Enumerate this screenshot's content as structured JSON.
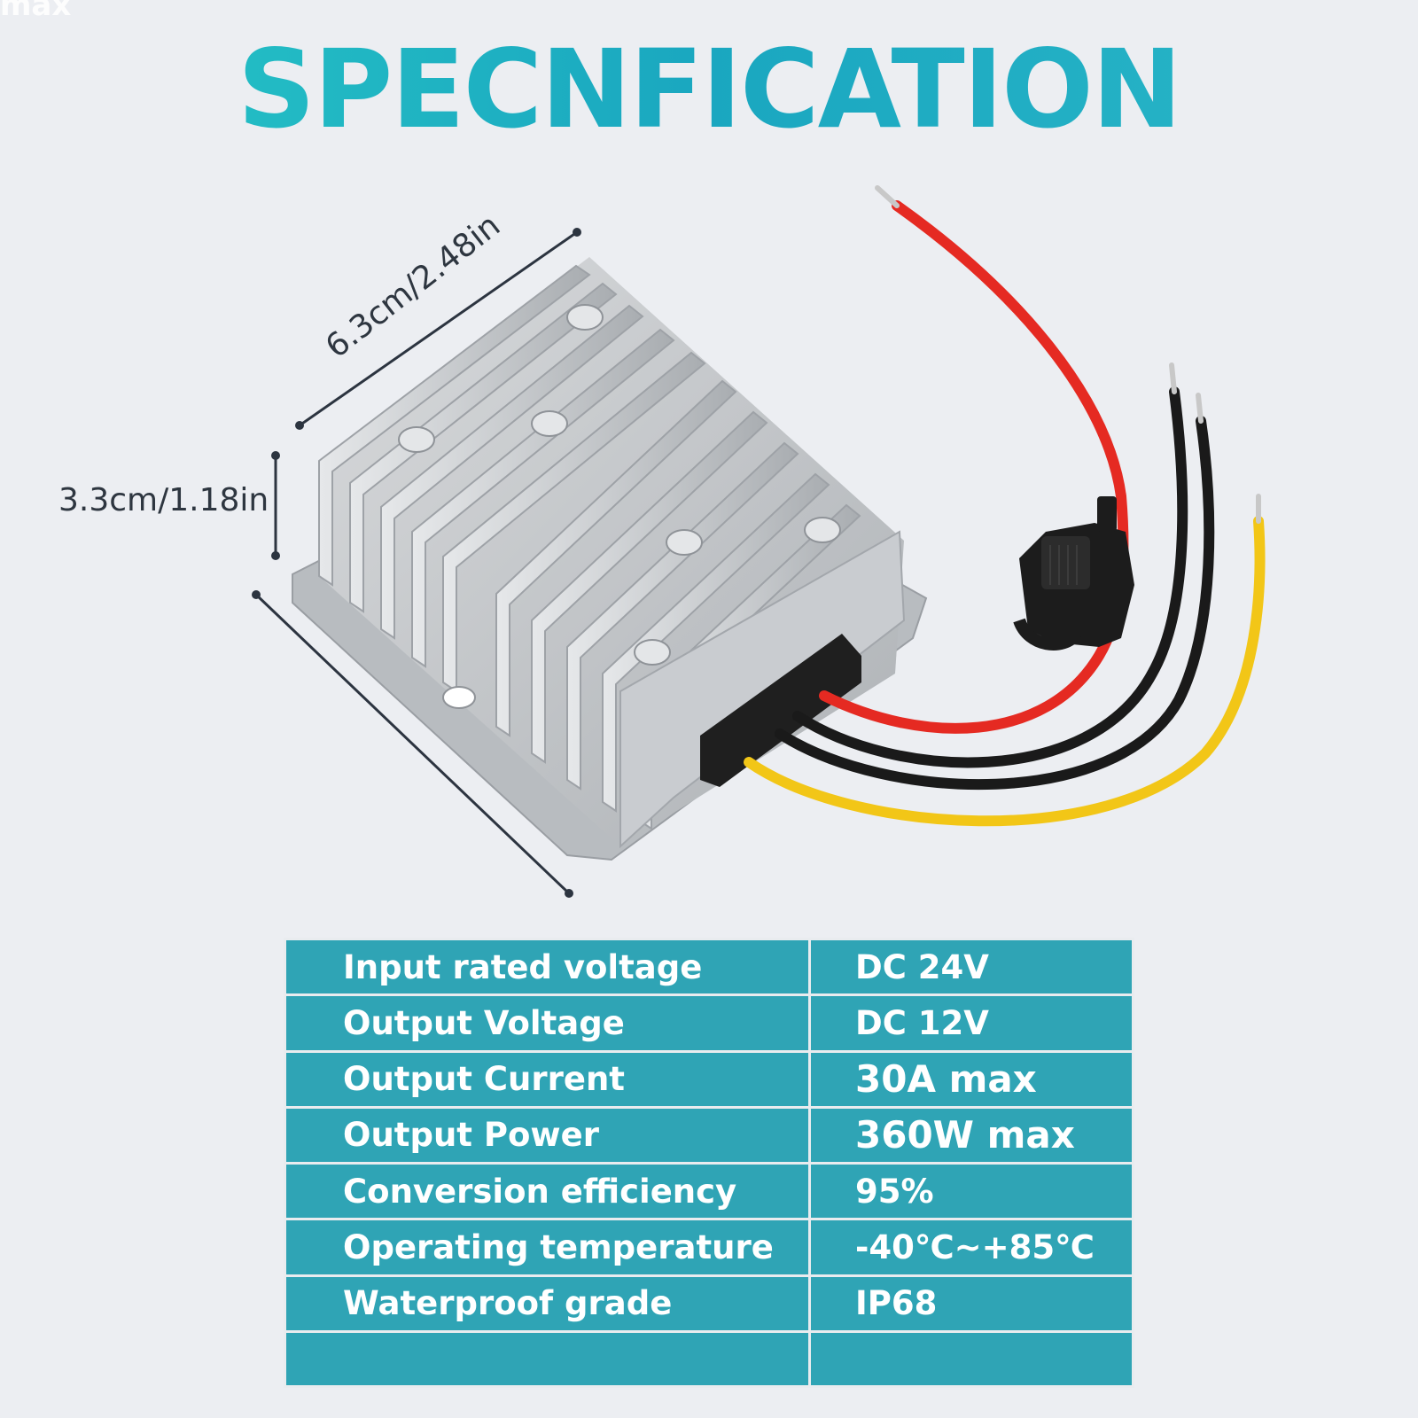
{
  "corner_text": "max",
  "title": "SPECNFICATION",
  "dimensions": {
    "width_label": "6.3cm/2.48in",
    "height_label": "3.3cm/1.18in"
  },
  "specs": {
    "rows": [
      {
        "label": "Input rated voltage",
        "value": "DC 24V"
      },
      {
        "label": "Output Voltage",
        "value": "DC 12V"
      },
      {
        "label": "Output Current",
        "value": "30A max"
      },
      {
        "label": "Output Power",
        "value": "360W max"
      },
      {
        "label": "Conversion efficiency",
        "value": "95%"
      },
      {
        "label": "Operating temperature",
        "value": "-40℃~+85℃"
      },
      {
        "label": "Waterproof grade",
        "value": "IP68"
      },
      {
        "label": "",
        "value": ""
      }
    ]
  },
  "colors": {
    "background": "#eceef2",
    "title_teal": "#1aa7c0",
    "table_teal": "#2fa4b5",
    "wire_red": "#e52a22",
    "wire_black": "#1a1a1a",
    "wire_yellow": "#f2c617"
  }
}
